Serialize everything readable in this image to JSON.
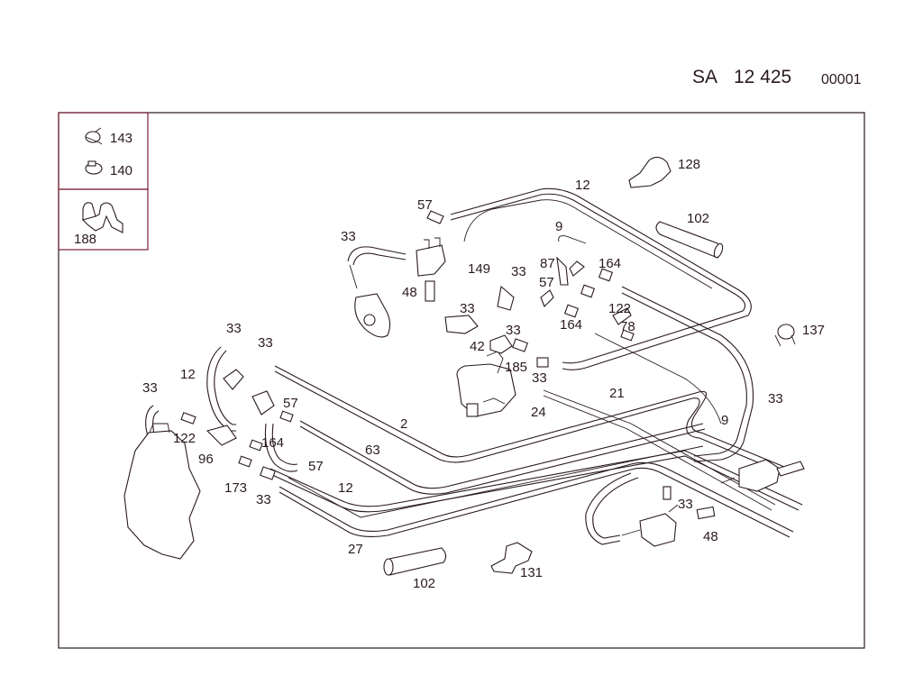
{
  "header": {
    "prefix": "SA",
    "drawing_number": "12 425",
    "sheet": "00001"
  },
  "legend": [
    {
      "id": "legend-143",
      "label": "143"
    },
    {
      "id": "legend-140",
      "label": "140"
    },
    {
      "id": "legend-188",
      "label": "188"
    }
  ],
  "callouts": [
    {
      "id": "c-128",
      "label": "128"
    },
    {
      "id": "c-12a",
      "label": "12"
    },
    {
      "id": "c-102a",
      "label": "102"
    },
    {
      "id": "c-57a",
      "label": "57"
    },
    {
      "id": "c-9a",
      "label": "9"
    },
    {
      "id": "c-87",
      "label": "87"
    },
    {
      "id": "c-164a",
      "label": "164"
    },
    {
      "id": "c-33a",
      "label": "33"
    },
    {
      "id": "c-149",
      "label": "149"
    },
    {
      "id": "c-33b",
      "label": "33"
    },
    {
      "id": "c-48a",
      "label": "48"
    },
    {
      "id": "c-57b",
      "label": "57"
    },
    {
      "id": "c-122a",
      "label": "122"
    },
    {
      "id": "c-33c",
      "label": "33"
    },
    {
      "id": "c-164b",
      "label": "164"
    },
    {
      "id": "c-137",
      "label": "137"
    },
    {
      "id": "c-78",
      "label": "78"
    },
    {
      "id": "c-33d",
      "label": "33"
    },
    {
      "id": "c-42",
      "label": "42"
    },
    {
      "id": "c-33e",
      "label": "33"
    },
    {
      "id": "c-33f",
      "label": "33"
    },
    {
      "id": "c-185",
      "label": "185"
    },
    {
      "id": "c-12b",
      "label": "12"
    },
    {
      "id": "c-33g",
      "label": "33"
    },
    {
      "id": "c-21",
      "label": "21"
    },
    {
      "id": "c-33h",
      "label": "33"
    },
    {
      "id": "c-57c",
      "label": "57"
    },
    {
      "id": "c-24",
      "label": "24"
    },
    {
      "id": "c-9b",
      "label": "9"
    },
    {
      "id": "c-33i",
      "label": "33"
    },
    {
      "id": "c-2",
      "label": "2"
    },
    {
      "id": "c-122b",
      "label": "122"
    },
    {
      "id": "c-164c",
      "label": "164"
    },
    {
      "id": "c-63",
      "label": "63"
    },
    {
      "id": "c-96",
      "label": "96"
    },
    {
      "id": "c-57d",
      "label": "57"
    },
    {
      "id": "c-173",
      "label": "173"
    },
    {
      "id": "c-12c",
      "label": "12"
    },
    {
      "id": "c-33j",
      "label": "33"
    },
    {
      "id": "c-33k",
      "label": "33"
    },
    {
      "id": "c-48b",
      "label": "48"
    },
    {
      "id": "c-27",
      "label": "27"
    },
    {
      "id": "c-131",
      "label": "131"
    },
    {
      "id": "c-102b",
      "label": "102"
    }
  ]
}
